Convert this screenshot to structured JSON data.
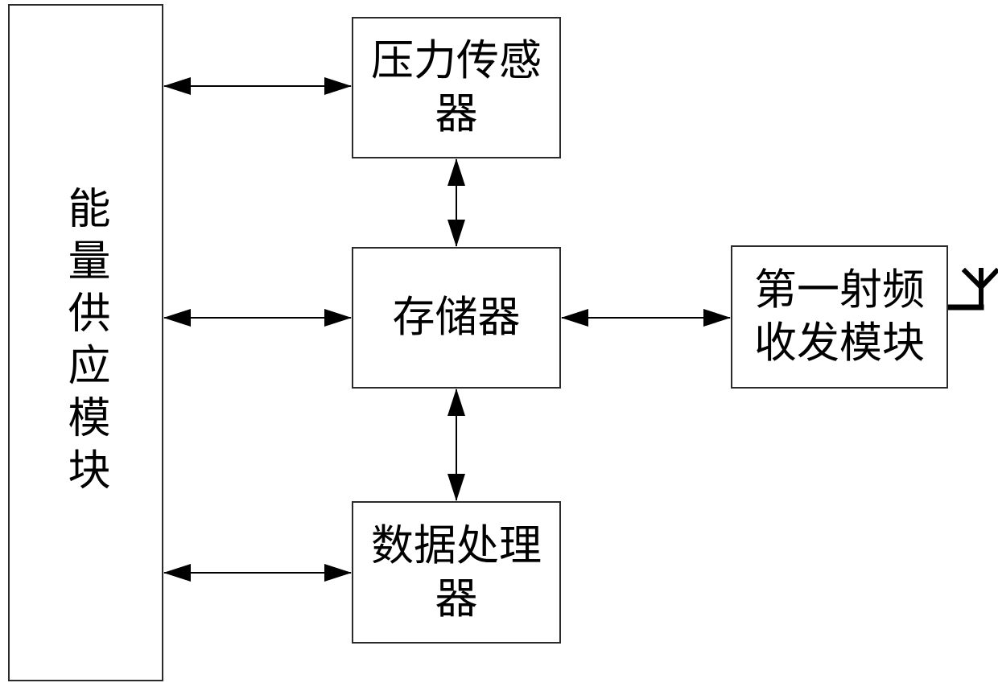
{
  "diagram": {
    "type": "block-diagram",
    "background_color": "#ffffff",
    "line_color": "#000000",
    "box_border_color": "#2b2b2b",
    "nodes": {
      "energy_supply": {
        "id": "energy_supply",
        "label": "能量供应模块",
        "text_orientation": "vertical"
      },
      "pressure_sensor": {
        "id": "pressure_sensor",
        "label": "压力传感器",
        "lines": [
          "压力传感",
          "器"
        ]
      },
      "memory": {
        "id": "memory",
        "label": "存储器",
        "lines": [
          "存储器"
        ]
      },
      "data_processor": {
        "id": "data_processor",
        "label": "数据处理器",
        "lines": [
          "数据处理",
          "器"
        ]
      },
      "rf_module": {
        "id": "rf_module",
        "label": "第一射频收发模块",
        "lines": [
          "第一射频",
          "收发模块"
        ],
        "attachment": "antenna-symbol"
      }
    },
    "edges": [
      {
        "from": "energy_supply",
        "to": "pressure_sensor",
        "style": "double-headed-arrow",
        "direction": "horizontal"
      },
      {
        "from": "energy_supply",
        "to": "memory",
        "style": "double-headed-arrow",
        "direction": "horizontal"
      },
      {
        "from": "energy_supply",
        "to": "data_processor",
        "style": "double-headed-arrow",
        "direction": "horizontal"
      },
      {
        "from": "pressure_sensor",
        "to": "memory",
        "style": "double-headed-arrow",
        "direction": "vertical"
      },
      {
        "from": "memory",
        "to": "data_processor",
        "style": "double-headed-arrow",
        "direction": "vertical"
      },
      {
        "from": "memory",
        "to": "rf_module",
        "style": "double-headed-arrow",
        "direction": "horizontal"
      }
    ]
  }
}
